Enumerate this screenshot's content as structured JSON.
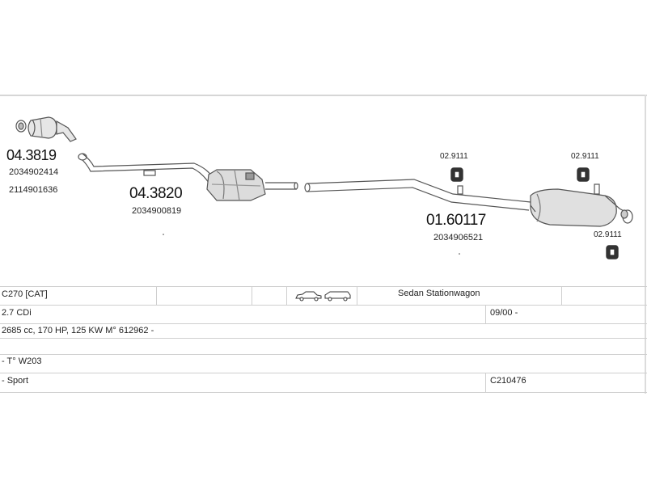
{
  "parts": {
    "catalyst_front": {
      "number": "04.3819",
      "refs": [
        "2034902414",
        "2114901636"
      ]
    },
    "catalyst_mid": {
      "number": "04.3820",
      "refs": [
        "2034900819"
      ]
    },
    "rear_pipe": {
      "number": "01.60117",
      "refs": [
        "2034906521"
      ]
    },
    "hanger": {
      "number": "02.9111"
    }
  },
  "vehicle": {
    "model": "C270  [CAT]",
    "body_types": "Sedan  Stationwagon",
    "engine": "2.7 CDi",
    "date_range": "09/00 -",
    "specs": "2685 cc, 170 HP, 125 KW M° 612962 -",
    "type": "- T° W203",
    "trim": "- Sport",
    "code": "C210476"
  },
  "colors": {
    "line": "#555555",
    "fill": "#e6e6e6",
    "dark": "#777777",
    "grid": "#cfcfcf"
  }
}
